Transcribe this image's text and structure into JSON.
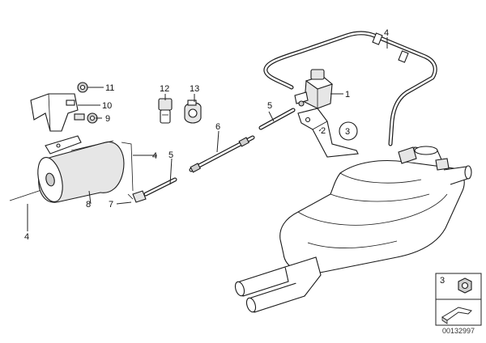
{
  "callouts": [
    {
      "id": "c1",
      "text": "1"
    },
    {
      "id": "c2",
      "text": "2"
    },
    {
      "id": "c3",
      "text": "3"
    },
    {
      "id": "c4a",
      "text": "4"
    },
    {
      "id": "c4b",
      "text": "4"
    },
    {
      "id": "c4c",
      "text": "4"
    },
    {
      "id": "c5a",
      "text": "5"
    },
    {
      "id": "c5b",
      "text": "5"
    },
    {
      "id": "c6",
      "text": "6"
    },
    {
      "id": "c7",
      "text": "7"
    },
    {
      "id": "c8",
      "text": "8"
    },
    {
      "id": "c9",
      "text": "9"
    },
    {
      "id": "c10",
      "text": "10"
    },
    {
      "id": "c11",
      "text": "11"
    },
    {
      "id": "c12",
      "text": "12"
    },
    {
      "id": "c13",
      "text": "13"
    }
  ],
  "legend": {
    "label": "3"
  },
  "drawing_number": "00132997"
}
